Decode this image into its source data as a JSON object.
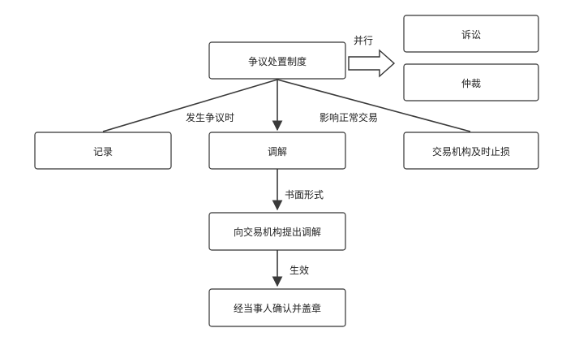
{
  "nodes": {
    "dispute_system": "争议处置制度",
    "litigation": "诉讼",
    "arbitration": "仲裁",
    "record": "记录",
    "mediation": "调解",
    "exchange_stop_loss": "交易机构及时止损",
    "apply_mediation": "向交易机构提出调解",
    "confirm_seal": "经当事人确认并盖章"
  },
  "edge_labels": {
    "parallel": "并行",
    "dispute_occurs": "发生争议时",
    "affects_trading": "影响正常交易",
    "written_form": "书面形式",
    "takes_effect": "生效"
  }
}
